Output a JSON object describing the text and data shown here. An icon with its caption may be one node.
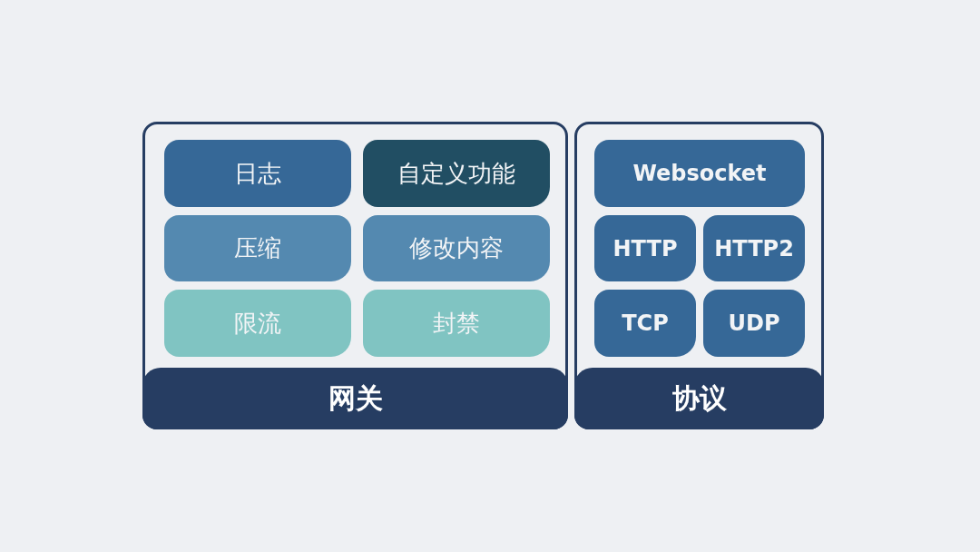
{
  "diagram": {
    "nodes": [
      {
        "text": [
          "网关"
        ]
      },
      {
        "text": [
          "日志"
        ],
        "in": 0
      },
      {
        "text": [
          "自定义功能"
        ],
        "in": 0
      },
      {
        "text": [
          "压缩"
        ],
        "in": 0
      },
      {
        "text": [
          "修改内容"
        ],
        "in": 0
      },
      {
        "text": [
          "限流"
        ],
        "in": 0
      },
      {
        "text": [
          "封禁"
        ],
        "in": 0
      },
      {
        "text": [
          "协议"
        ]
      },
      {
        "text": [
          "Websocket"
        ],
        "in": 7
      },
      {
        "text": [
          "HTTP"
        ],
        "in": 7
      },
      {
        "text": [
          "HTTP2"
        ],
        "in": 7
      },
      {
        "text": [
          "TCP"
        ],
        "in": 7
      },
      {
        "text": [
          "UDP"
        ],
        "in": 7
      }
    ]
  }
}
